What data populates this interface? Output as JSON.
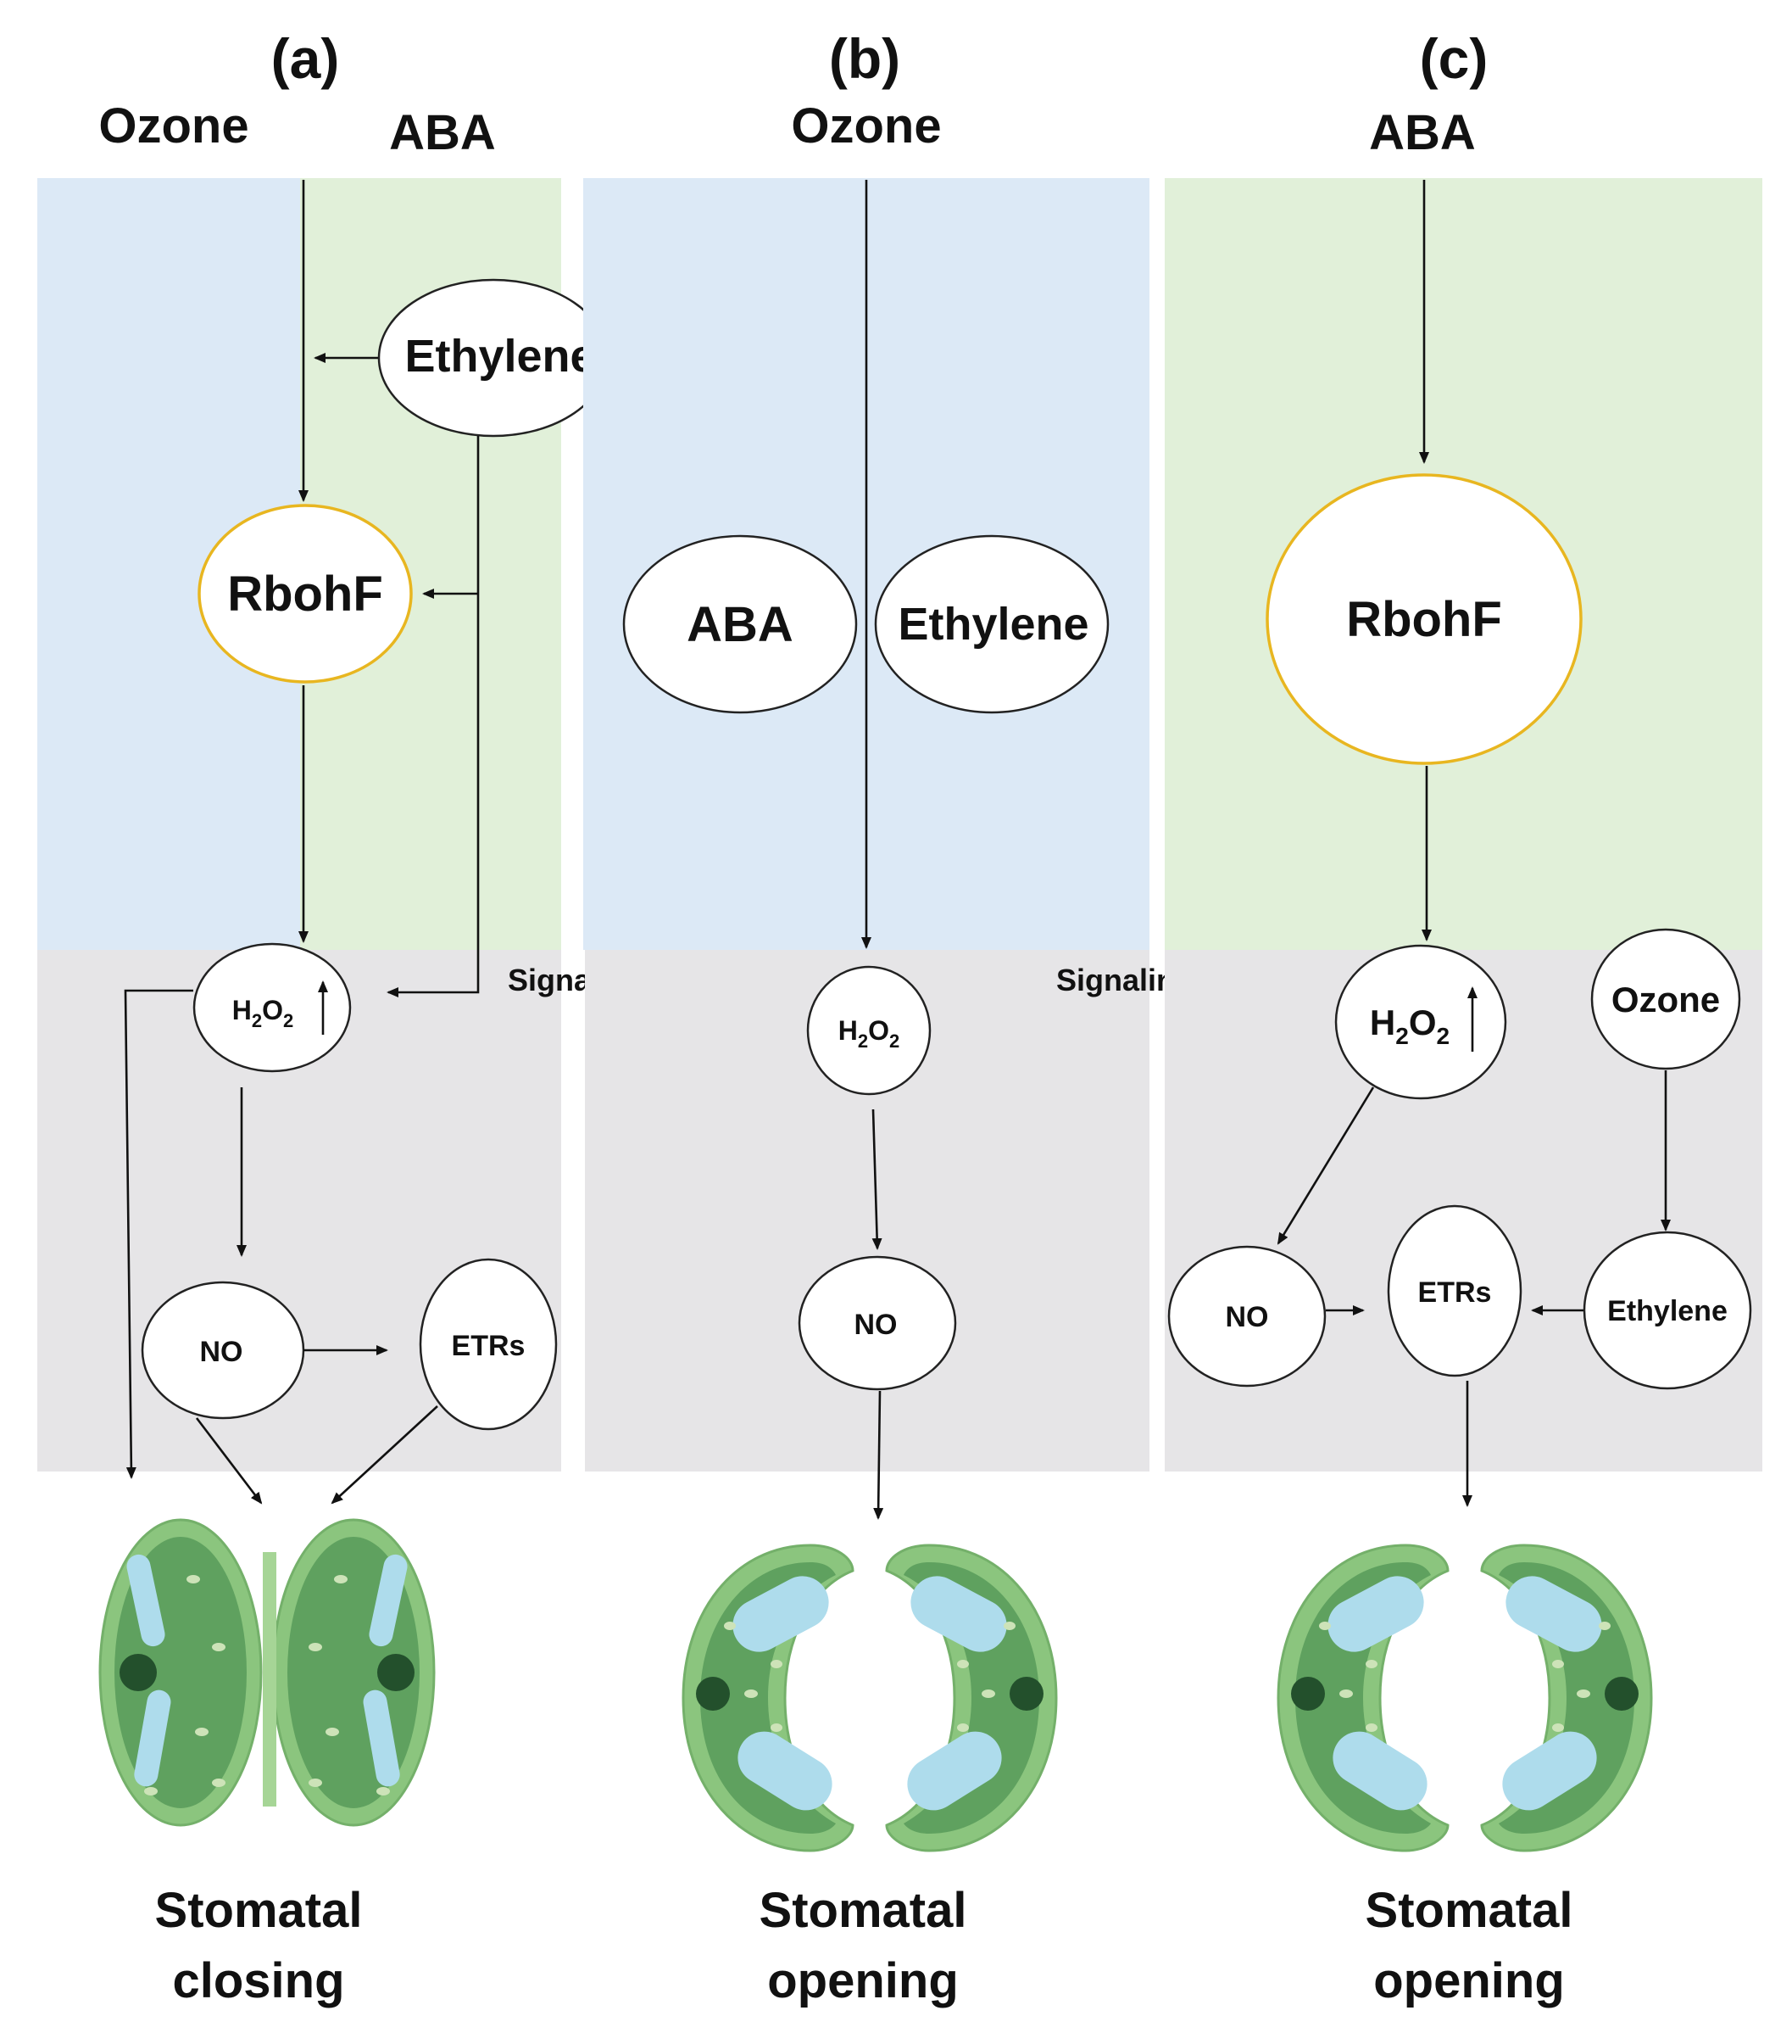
{
  "colors": {
    "ros_region": "#dce9f6",
    "aba_region": "#e1f0d9",
    "signaling_region": "#e6e5e7",
    "node_outline": "#222222",
    "rbohf_outline": "#e8b620",
    "cell_outer": "#8bc57e",
    "cell_body": "#5fa15f",
    "vacuole": "#aedcec",
    "nucleus": "#23502c"
  },
  "panel_a": {
    "letter": "(a)",
    "input_ozone": "Ozone",
    "input_aba": "ABA",
    "ethylene": "Ethylene",
    "rbohf": "RbohF",
    "h2o2": "H",
    "h2o2_sub1": "2",
    "h2o2_o": "O",
    "h2o2_sub2": "2",
    "no": "NO",
    "etrs": "ETRs",
    "signaling": "Signaling",
    "outcome_line1": "Stomatal",
    "outcome_line2": "closing",
    "guard_cell_icon": "closed-stomata-icon"
  },
  "panel_b": {
    "letter": "(b)",
    "input_ozone": "Ozone",
    "aba": "ABA",
    "ethylene": "Ethylene",
    "h2o2": "H",
    "h2o2_sub1": "2",
    "h2o2_o": "O",
    "h2o2_sub2": "2",
    "no": "NO",
    "signaling": "Signaling",
    "outcome_line1": "Stomatal",
    "outcome_line2": "opening",
    "guard_cell_icon": "open-stomata-icon"
  },
  "panel_c": {
    "letter": "(c)",
    "input_aba": "ABA",
    "rbohf": "RbohF",
    "h2o2": "H",
    "h2o2_sub1": "2",
    "h2o2_o": "O",
    "h2o2_sub2": "2",
    "ozone": "Ozone",
    "no": "NO",
    "etrs": "ETRs",
    "ethylene": "Ethylene",
    "outcome_line1": "Stomatal",
    "outcome_line2": "opening",
    "guard_cell_icon": "open-stomata-icon"
  }
}
